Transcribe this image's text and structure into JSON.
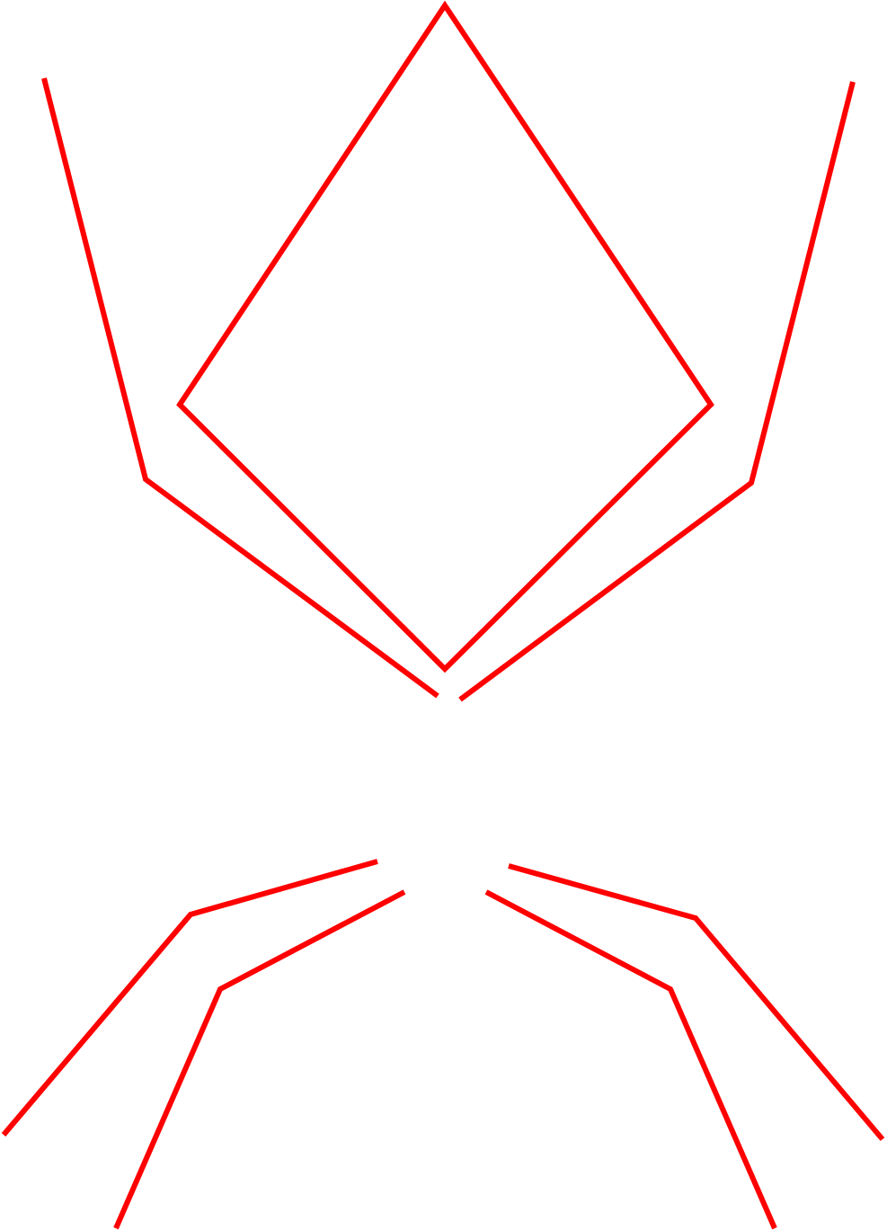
{
  "figure": {
    "background_color": "#ffffff",
    "stroke_color": "#ff0000",
    "shapes": [
      "diamond-outline",
      "upper-left-arm-line",
      "upper-right-arm-line",
      "lower-left-outer-leg-line",
      "lower-left-inner-leg-line",
      "lower-right-outer-leg-line",
      "lower-right-inner-leg-line"
    ]
  }
}
